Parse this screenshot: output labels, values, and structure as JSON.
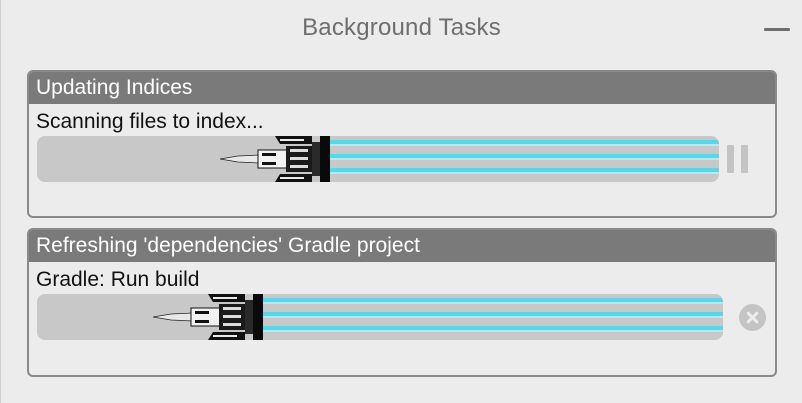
{
  "window": {
    "title": "Background Tasks",
    "minimize_icon": "minimize-icon"
  },
  "tasks": [
    {
      "name": "Updating Indices",
      "status": "Scanning files to index...",
      "progress": 0.6,
      "action_icon": "pause-icon"
    },
    {
      "name": "Refreshing 'dependencies' Gradle project",
      "status": "Gradle: Run build",
      "progress": 0.7,
      "action_icon": "cancel-icon"
    }
  ],
  "colors": {
    "header_bg": "#7a7a7a",
    "track_bg": "#c8c8c8",
    "stripe_cyan": "#5ad7e6",
    "title_text": "#6e6e6e"
  }
}
